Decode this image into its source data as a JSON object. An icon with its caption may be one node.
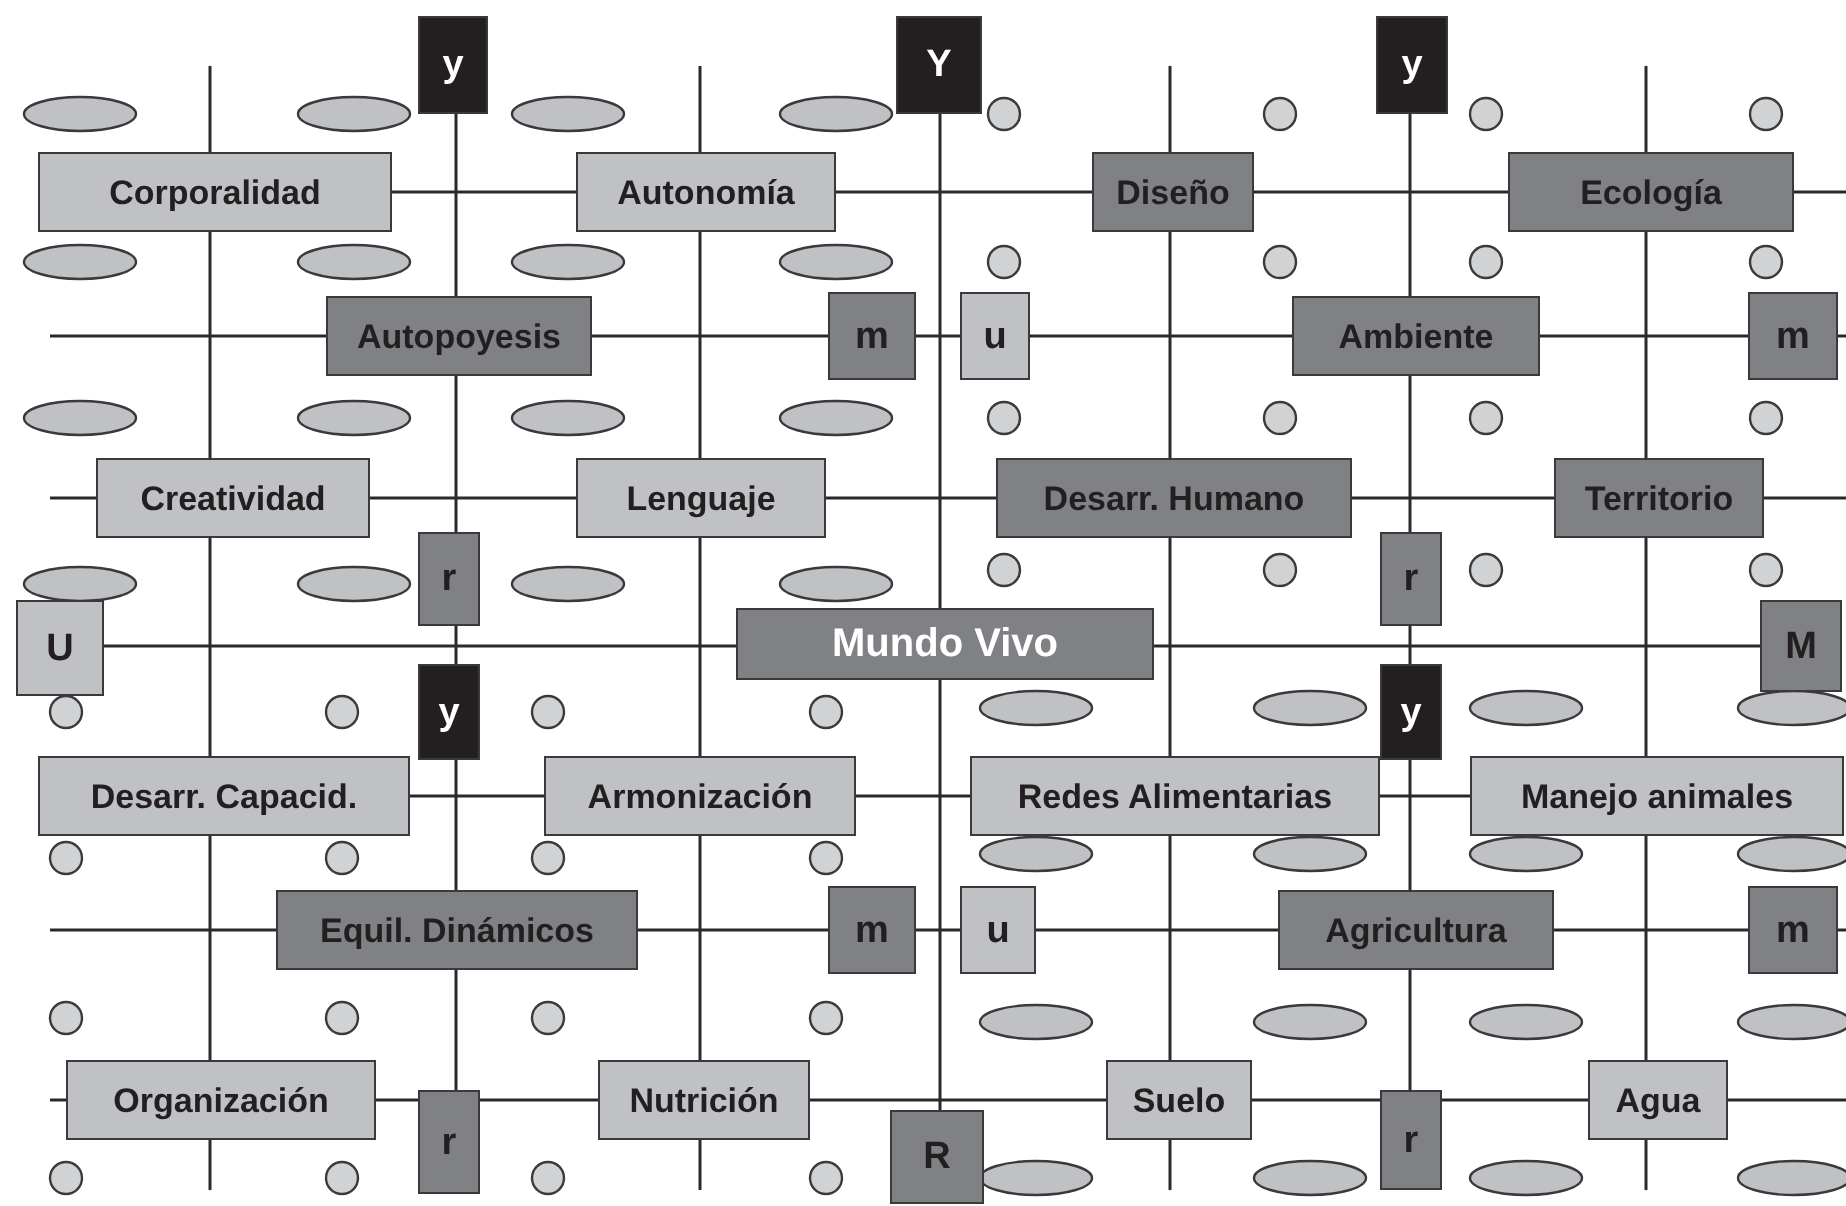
{
  "diagram": {
    "nodes": [
      {
        "text": [
          "y"
        ]
      },
      {
        "text": [
          "Y"
        ]
      },
      {
        "text": [
          "y"
        ]
      },
      {
        "text": [
          "Corporalidad"
        ]
      },
      {
        "text": [
          "Autonomía"
        ]
      },
      {
        "text": [
          "Diseño"
        ]
      },
      {
        "text": [
          "Ecología"
        ]
      },
      {
        "text": [
          "Autopoyesis"
        ]
      },
      {
        "text": [
          "m"
        ]
      },
      {
        "text": [
          "u"
        ]
      },
      {
        "text": [
          "Ambiente"
        ]
      },
      {
        "text": [
          "m"
        ]
      },
      {
        "text": [
          "Creatividad"
        ]
      },
      {
        "text": [
          "Lenguaje"
        ]
      },
      {
        "text": [
          "Desarr. Humano"
        ]
      },
      {
        "text": [
          "Territorio"
        ]
      },
      {
        "text": [
          "r"
        ]
      },
      {
        "text": [
          "r"
        ]
      },
      {
        "text": [
          "U"
        ]
      },
      {
        "text": [
          "Mundo Vivo"
        ]
      },
      {
        "text": [
          "M"
        ]
      },
      {
        "text": [
          "y"
        ]
      },
      {
        "text": [
          "y"
        ]
      },
      {
        "text": [
          "Desarr. Capacid."
        ]
      },
      {
        "text": [
          "Armonización"
        ]
      },
      {
        "text": [
          "Redes Alimentarias"
        ]
      },
      {
        "text": [
          "Manejo animales"
        ]
      },
      {
        "text": [
          "Equil. Dinámicos"
        ]
      },
      {
        "text": [
          "m"
        ]
      },
      {
        "text": [
          "u"
        ]
      },
      {
        "text": [
          "Agricultura"
        ]
      },
      {
        "text": [
          "m"
        ]
      },
      {
        "text": [
          "Organización"
        ]
      },
      {
        "text": [
          "r"
        ]
      },
      {
        "text": [
          "Nutrición"
        ]
      },
      {
        "text": [
          "R"
        ]
      },
      {
        "text": [
          "Suelo"
        ]
      },
      {
        "text": [
          "r"
        ]
      },
      {
        "text": [
          "Agua"
        ]
      }
    ],
    "edges": [
      {
        "from": 3,
        "to": 4,
        "arrow": "none"
      },
      {
        "from": 4,
        "to": 5,
        "arrow": "none"
      },
      {
        "from": 5,
        "to": 6,
        "arrow": "none"
      },
      {
        "from": 7,
        "to": 8,
        "arrow": "none"
      },
      {
        "from": 8,
        "to": 9,
        "arrow": "none"
      },
      {
        "from": 9,
        "to": 10,
        "arrow": "none"
      },
      {
        "from": 10,
        "to": 11,
        "arrow": "none"
      },
      {
        "from": 12,
        "to": 13,
        "arrow": "none"
      },
      {
        "from": 13,
        "to": 14,
        "arrow": "none"
      },
      {
        "from": 14,
        "to": 15,
        "arrow": "none"
      },
      {
        "from": 18,
        "to": 19,
        "arrow": "none"
      },
      {
        "from": 19,
        "to": 20,
        "arrow": "none"
      },
      {
        "from": 23,
        "to": 24,
        "arrow": "none"
      },
      {
        "from": 24,
        "to": 25,
        "arrow": "none"
      },
      {
        "from": 25,
        "to": 26,
        "arrow": "none"
      },
      {
        "from": 27,
        "to": 28,
        "arrow": "none"
      },
      {
        "from": 28,
        "to": 29,
        "arrow": "none"
      },
      {
        "from": 29,
        "to": 30,
        "arrow": "none"
      },
      {
        "from": 30,
        "to": 31,
        "arrow": "none"
      },
      {
        "from": 32,
        "to": 33,
        "arrow": "none"
      },
      {
        "from": 33,
        "to": 34,
        "arrow": "none"
      },
      {
        "from": 34,
        "to": 36,
        "arrow": "none"
      },
      {
        "from": 36,
        "to": 37,
        "arrow": "none"
      },
      {
        "from": 37,
        "to": 38,
        "arrow": "none"
      },
      {
        "from": 0,
        "to": 7,
        "arrow": "none"
      },
      {
        "from": 7,
        "to": 16,
        "arrow": "none"
      },
      {
        "from": 16,
        "to": 21,
        "arrow": "none"
      },
      {
        "from": 21,
        "to": 27,
        "arrow": "none"
      },
      {
        "from": 27,
        "to": 33,
        "arrow": "none"
      },
      {
        "from": 1,
        "to": 19,
        "arrow": "none"
      },
      {
        "from": 19,
        "to": 35,
        "arrow": "none"
      },
      {
        "from": 2,
        "to": 10,
        "arrow": "none"
      },
      {
        "from": 10,
        "to": 17,
        "arrow": "none"
      },
      {
        "from": 17,
        "to": 22,
        "arrow": "none"
      },
      {
        "from": 22,
        "to": 30,
        "arrow": "none"
      },
      {
        "from": 30,
        "to": 37,
        "arrow": "none"
      },
      {
        "from": 3,
        "to": 12,
        "arrow": "none"
      },
      {
        "from": 12,
        "to": 23,
        "arrow": "none"
      },
      {
        "from": 23,
        "to": 32,
        "arrow": "none"
      },
      {
        "from": 4,
        "to": 13,
        "arrow": "none"
      },
      {
        "from": 13,
        "to": 24,
        "arrow": "none"
      },
      {
        "from": 24,
        "to": 34,
        "arrow": "none"
      },
      {
        "from": 5,
        "to": 14,
        "arrow": "none"
      },
      {
        "from": 14,
        "to": 25,
        "arrow": "none"
      },
      {
        "from": 25,
        "to": 36,
        "arrow": "none"
      },
      {
        "from": 6,
        "to": 15,
        "arrow": "none"
      },
      {
        "from": 15,
        "to": 26,
        "arrow": "none"
      },
      {
        "from": 26,
        "to": 38,
        "arrow": "none"
      }
    ]
  }
}
